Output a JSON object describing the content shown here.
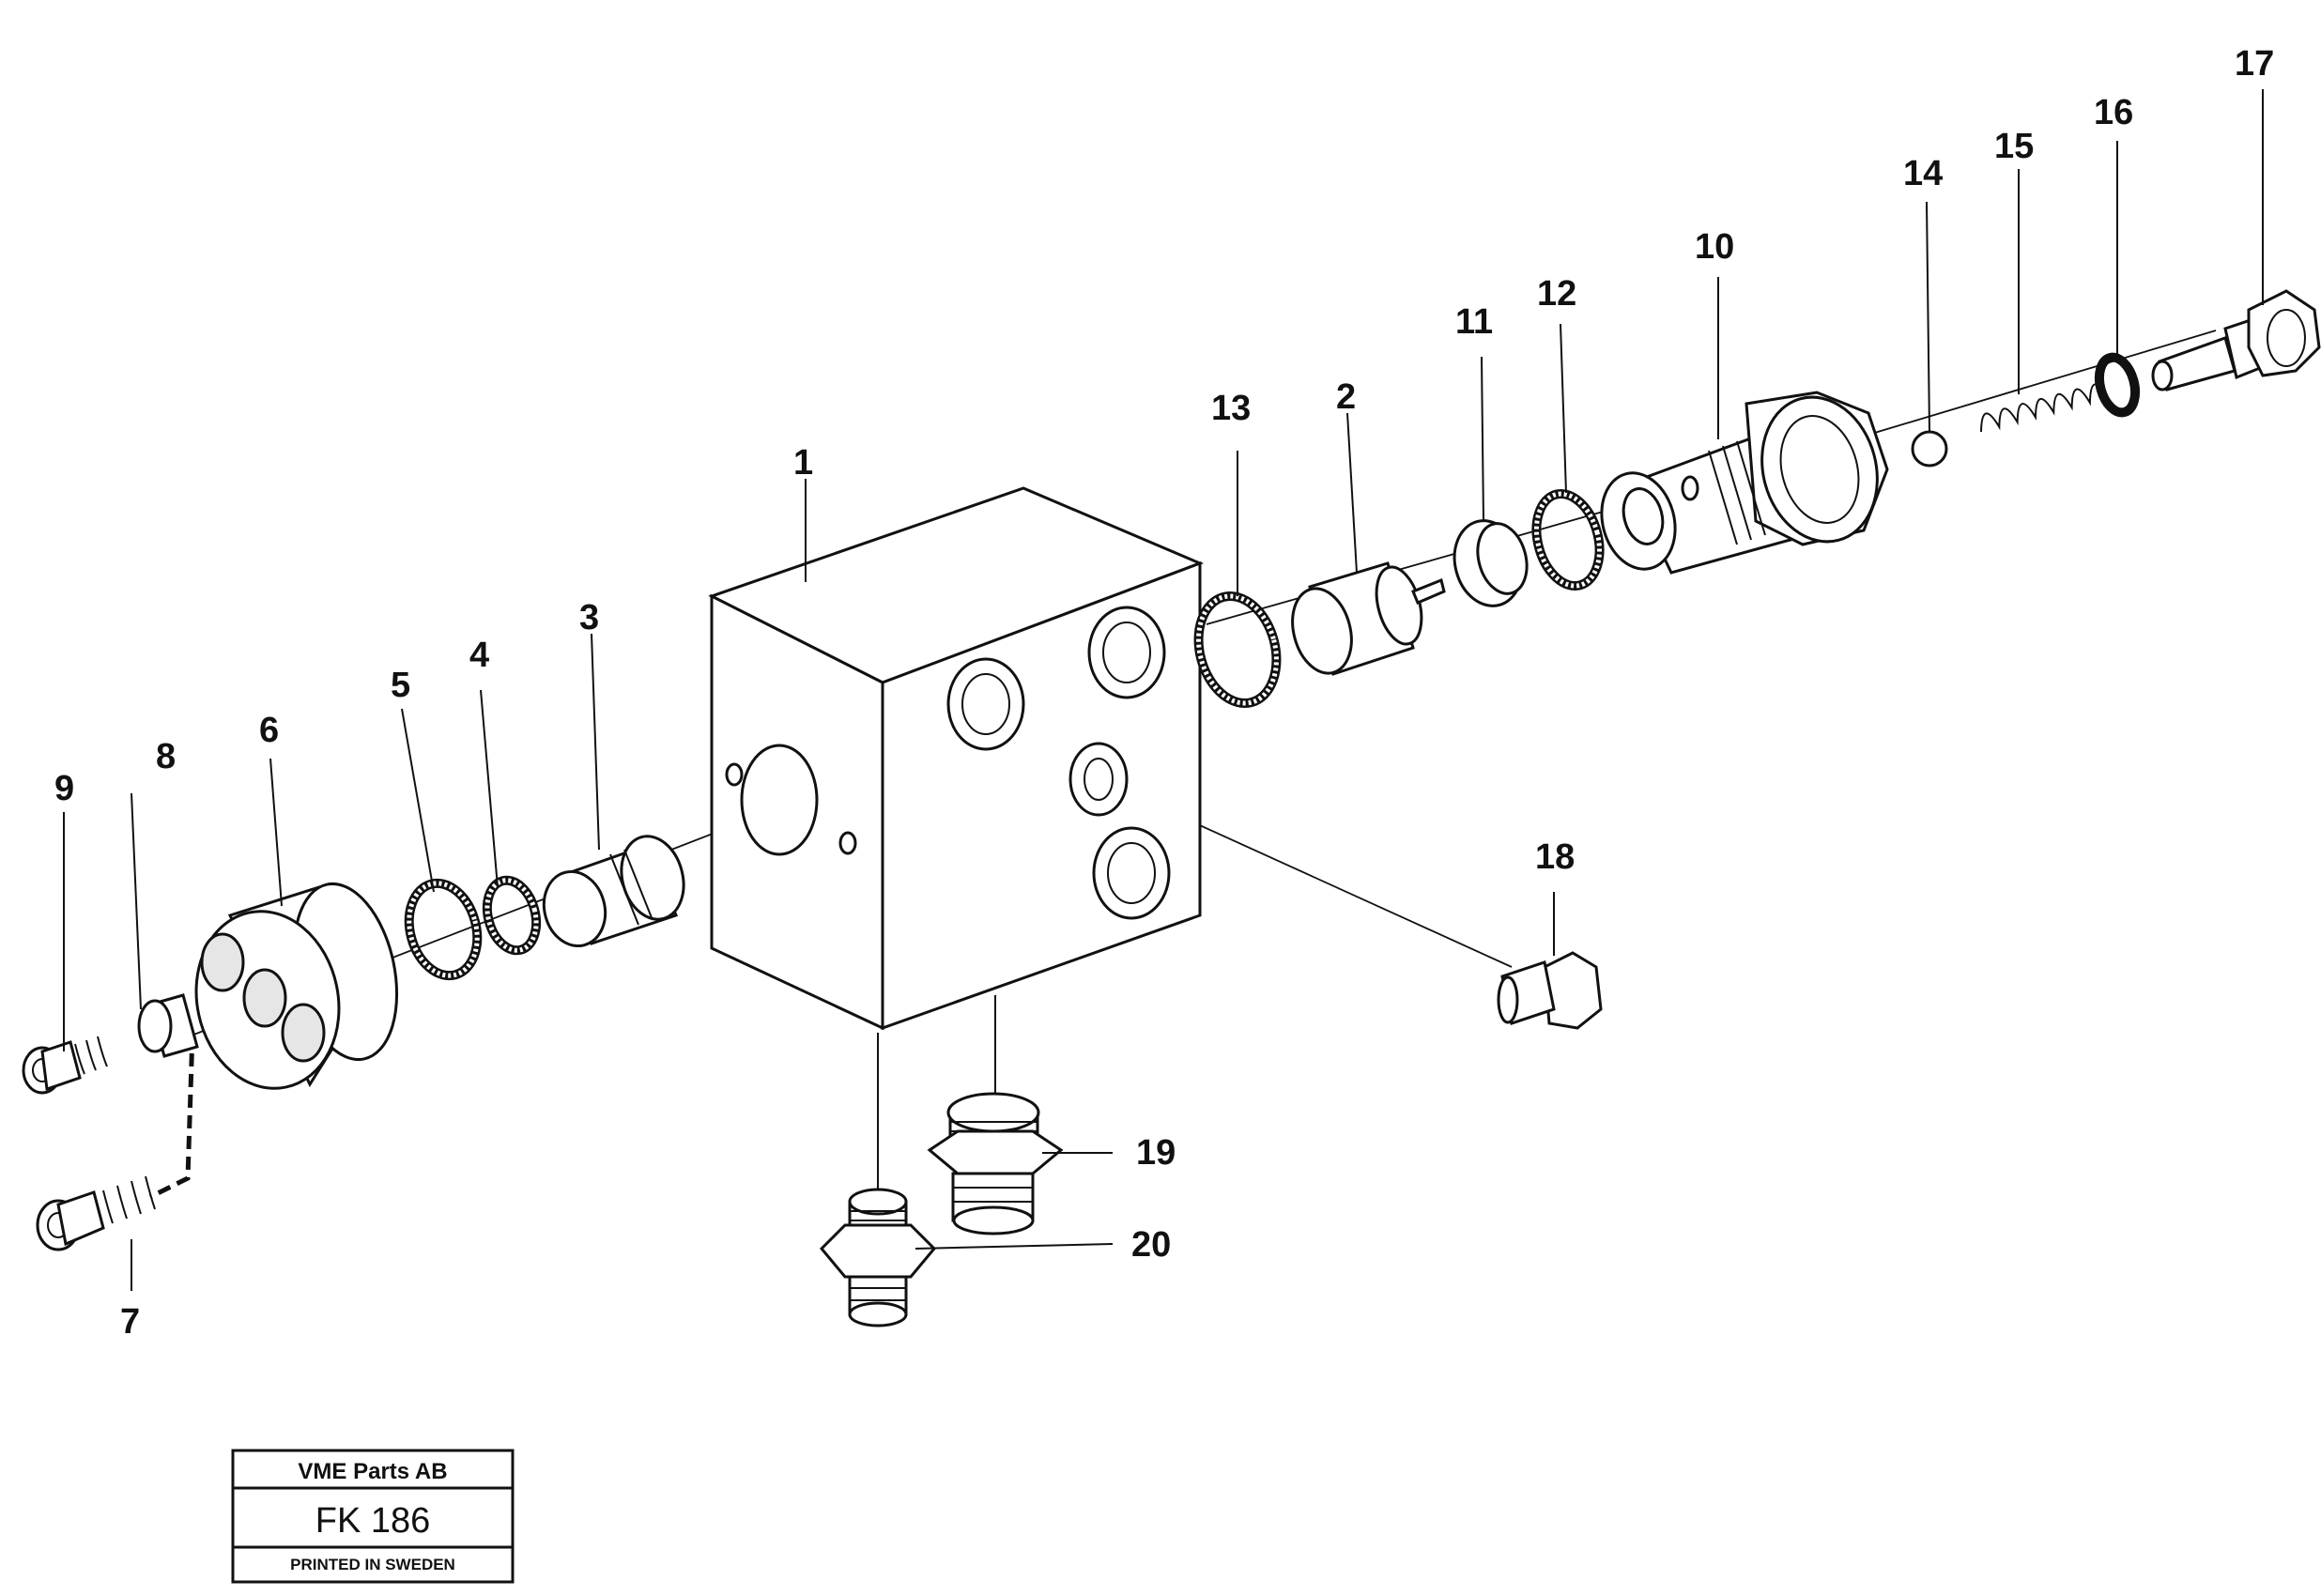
{
  "diagram": {
    "callouts": [
      {
        "id": "1",
        "text": "1"
      },
      {
        "id": "2",
        "text": "2"
      },
      {
        "id": "3",
        "text": "3"
      },
      {
        "id": "4",
        "text": "4"
      },
      {
        "id": "5",
        "text": "5"
      },
      {
        "id": "6",
        "text": "6"
      },
      {
        "id": "7",
        "text": "7"
      },
      {
        "id": "8",
        "text": "8"
      },
      {
        "id": "9",
        "text": "9"
      },
      {
        "id": "10",
        "text": "10"
      },
      {
        "id": "11",
        "text": "11"
      },
      {
        "id": "12",
        "text": "12"
      },
      {
        "id": "13",
        "text": "13"
      },
      {
        "id": "14",
        "text": "14"
      },
      {
        "id": "15",
        "text": "15"
      },
      {
        "id": "16",
        "text": "16"
      },
      {
        "id": "17",
        "text": "17"
      },
      {
        "id": "18",
        "text": "18"
      },
      {
        "id": "19",
        "text": "19"
      },
      {
        "id": "20",
        "text": "20"
      }
    ]
  },
  "title_block": {
    "company": "VME Parts AB",
    "code": "FK 186",
    "printed": "PRINTED IN SWEDEN"
  }
}
